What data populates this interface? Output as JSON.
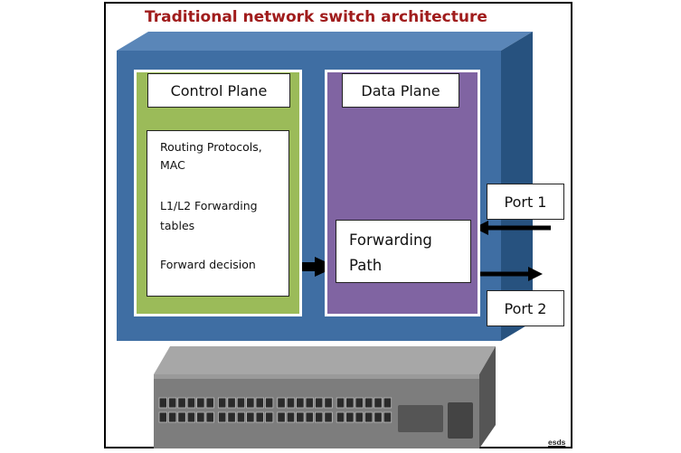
{
  "title": "Traditional network switch architecture",
  "control_plane": {
    "label": "Control Plane",
    "steps": [
      "Routing Protocols,",
      "MAC",
      "L1/L2 Forwarding",
      "tables",
      "Forward decision"
    ]
  },
  "data_plane": {
    "label": "Data Plane",
    "forwarding_path_line1": "Forwarding",
    "forwarding_path_line2": "Path"
  },
  "ports": [
    "Port 1",
    "Port 2"
  ],
  "credit": "esds",
  "colors": {
    "title": "#a01c1c",
    "chassis_front": "#3f6ea3",
    "chassis_side": "#27527f",
    "control_plane": "#9bbb59",
    "data_plane": "#8064a2",
    "arrow": "#000000",
    "switch_body": "#7d7d7d"
  }
}
